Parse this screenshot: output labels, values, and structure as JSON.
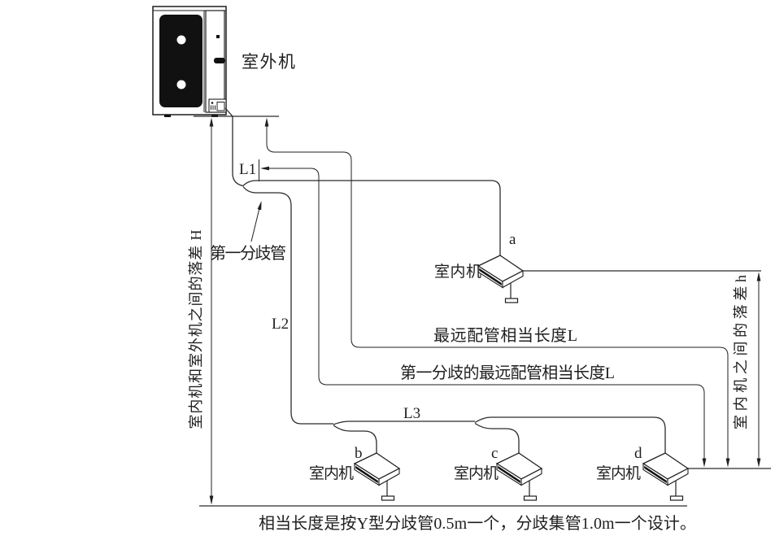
{
  "diagram": {
    "outdoor_unit": {
      "label": "室外机"
    },
    "first_branch_label": "第一分歧管",
    "indoor_units": [
      {
        "id": "a",
        "label": "室内机"
      },
      {
        "id": "b",
        "label": "室内机"
      },
      {
        "id": "c",
        "label": "室内机"
      },
      {
        "id": "d",
        "label": "室内机"
      }
    ],
    "pipe_segments": {
      "l1": "L1",
      "l2": "L2",
      "l3": "L3"
    },
    "dimensions": {
      "farthest_pipe": "最远配管相当长度L",
      "first_branch_farthest": "第一分歧的最远配管相当长度L",
      "outdoor_indoor_drop": "室内机和室外机之间的落差 H",
      "indoor_drop": "室内机之间的落差h"
    },
    "note": "相当长度是按Y型分歧管0.5m一个，分歧集管1.0m一个设计。",
    "colors": {
      "line": "#1f1f1f",
      "unit_fill": "#111111",
      "background": "#ffffff"
    }
  }
}
